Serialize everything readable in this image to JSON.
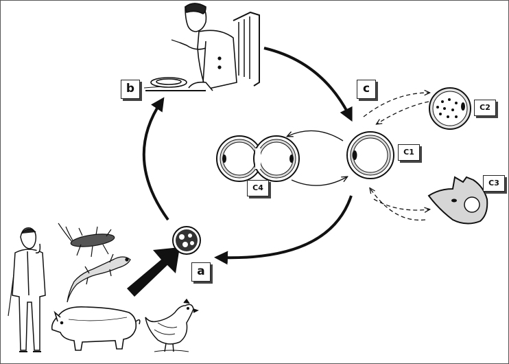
{
  "labels": {
    "a": "a",
    "b": "b",
    "c": "c",
    "c1": "C1",
    "c2": "C2",
    "c3": "C3",
    "c4": "C4"
  },
  "icons": {
    "person_eating": "person-eating-icon",
    "gentleman": "gentleman-icon",
    "cockroach": "cockroach-icon",
    "lizard": "lizard-icon",
    "pig": "pig-icon",
    "chicken": "chicken-icon",
    "cyst": "cyst-icon",
    "trophozoite": "trophozoite-icon"
  },
  "colors": {
    "cyst_fill": "#d9d9d9",
    "line": "#111111"
  }
}
